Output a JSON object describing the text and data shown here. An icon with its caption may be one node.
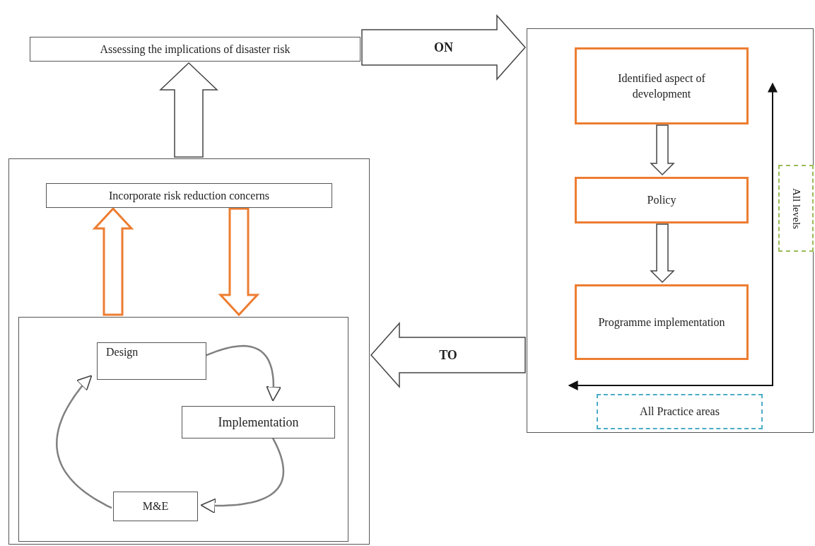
{
  "diagram": {
    "nodes": [
      {
        "text": [
          "Assessing the implications of disaster risk"
        ]
      },
      {
        "text": [],
        "shape": "box"
      },
      {
        "text": [
          "Identified aspect of development"
        ],
        "in": 1
      },
      {
        "text": [
          "Policy"
        ],
        "in": 1
      },
      {
        "text": [
          "Programme implementation"
        ],
        "in": 1
      },
      {
        "text": [
          "All levels"
        ],
        "in": 1
      },
      {
        "text": [
          "All Practice areas"
        ],
        "in": 1
      },
      {
        "text": [],
        "shape": "box"
      },
      {
        "text": [
          "Incorporate risk reduction concerns"
        ],
        "in": 7
      },
      {
        "text": [],
        "shape": "box",
        "in": 7
      },
      {
        "text": [
          "Design"
        ],
        "in": 9
      },
      {
        "text": [
          "Implementation"
        ],
        "in": 9
      },
      {
        "text": [
          "M&E"
        ],
        "in": 9
      }
    ],
    "edges": [
      {
        "from": 0,
        "to": 1,
        "arrow": "to",
        "label": "ON"
      },
      {
        "from": 1,
        "to": 7,
        "arrow": "to",
        "label": "TO"
      },
      {
        "from": 7,
        "to": 0,
        "arrow": "to"
      },
      {
        "from": 9,
        "to": 8,
        "arrow": "to",
        "color": "#ed7d31"
      },
      {
        "from": 8,
        "to": 9,
        "arrow": "to",
        "color": "#ed7d31"
      },
      {
        "from": 2,
        "to": 3,
        "arrow": "to"
      },
      {
        "from": 3,
        "to": 4,
        "arrow": "to"
      },
      {
        "from": 10,
        "to": 11,
        "arrow": "to"
      },
      {
        "from": 11,
        "to": 12,
        "arrow": "to"
      },
      {
        "from": 12,
        "to": 10,
        "arrow": "to"
      }
    ]
  }
}
